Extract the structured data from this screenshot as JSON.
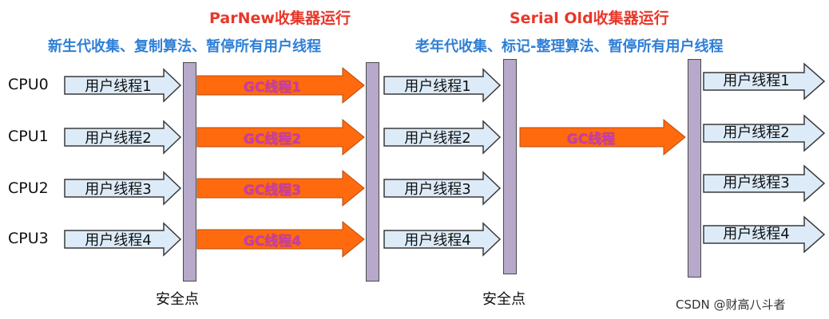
{
  "header": {
    "parnew_title": "ParNew收集器运行",
    "serial_title": "Serial Old收集器运行",
    "young_desc": "新生代收集、复制算法、暂停所有用户线程",
    "old_desc": "老年代收集、标记-整理算法、暂停所有用户线程"
  },
  "cpus": [
    "CPU0",
    "CPU1",
    "CPU2",
    "CPU3"
  ],
  "threads": [
    "用户线程1",
    "用户线程2",
    "用户线程3",
    "用户线程4"
  ],
  "gc_threads": [
    "GC线程1",
    "GC线程2",
    "GC线程3",
    "GC线程4"
  ],
  "serial_gc_thread": "GC线程",
  "safepoint_label": "安全点",
  "watermark": "CSDN @财高八斗者",
  "colors": {
    "user_fill": "#dcebf7",
    "gc_fill": "#ff6a0f",
    "bar_fill": "#b6a9c9",
    "title_red": "#e8372a",
    "title_blue": "#2f7fd6"
  }
}
